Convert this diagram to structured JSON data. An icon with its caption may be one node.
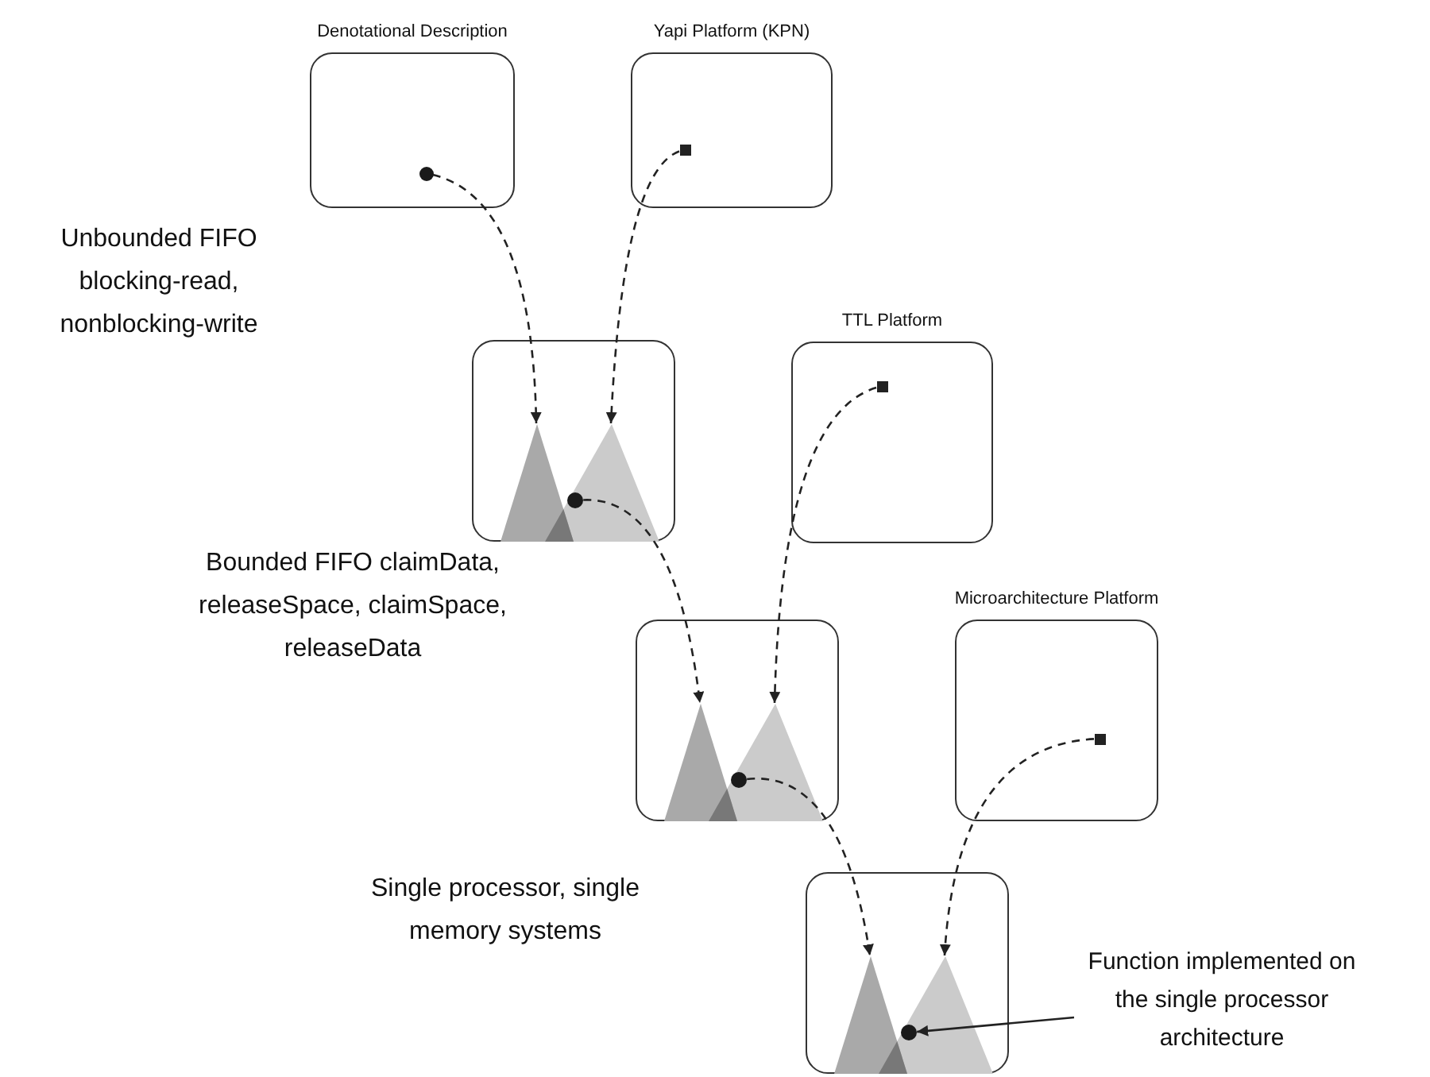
{
  "diagram": {
    "nodes": [
      {
        "text": [
          "Denotational Description"
        ]
      },
      {
        "text": [],
        "shape": "circle",
        "in": 0
      },
      {
        "text": [
          "Yapi Platform (KPN)"
        ]
      },
      {
        "text": [],
        "shape": "box",
        "in": 2
      },
      {
        "text": [],
        "shape": "box"
      },
      {
        "text": [],
        "shape": "triangle",
        "in": 4
      },
      {
        "text": [],
        "shape": "circle",
        "in": 5
      },
      {
        "text": [
          "TTL Platform"
        ]
      },
      {
        "text": [],
        "shape": "box",
        "in": 7
      },
      {
        "text": [],
        "shape": "box"
      },
      {
        "text": [],
        "shape": "triangle",
        "in": 9
      },
      {
        "text": [],
        "shape": "circle",
        "in": 10
      },
      {
        "text": [
          "Microarchitecture Platform"
        ]
      },
      {
        "text": [],
        "shape": "box",
        "in": 12
      },
      {
        "text": [],
        "shape": "box"
      },
      {
        "text": [],
        "shape": "triangle",
        "in": 14
      },
      {
        "text": [],
        "shape": "circle",
        "in": 15
      },
      {
        "text": [
          "Function implemented on the single processor architecture"
        ]
      }
    ],
    "edges": [
      {
        "from": 1,
        "to": 5,
        "arrow": "to",
        "style": "dashed"
      },
      {
        "from": 3,
        "to": 5,
        "arrow": "to",
        "style": "dashed"
      },
      {
        "from": 6,
        "to": 10,
        "arrow": "to",
        "style": "dashed"
      },
      {
        "from": 8,
        "to": 10,
        "arrow": "to",
        "style": "dashed"
      },
      {
        "from": 11,
        "to": 15,
        "arrow": "to",
        "style": "dashed"
      },
      {
        "from": 13,
        "to": 15,
        "arrow": "to",
        "style": "dashed"
      },
      {
        "from": 17,
        "to": 16,
        "arrow": "to"
      }
    ],
    "labels": [
      "Unbounded FIFO blocking-read, nonblocking-write",
      "Bounded FIFO claimData, releaseSpace, claimSpace, releaseData",
      "Single processor, single memory systems"
    ]
  }
}
